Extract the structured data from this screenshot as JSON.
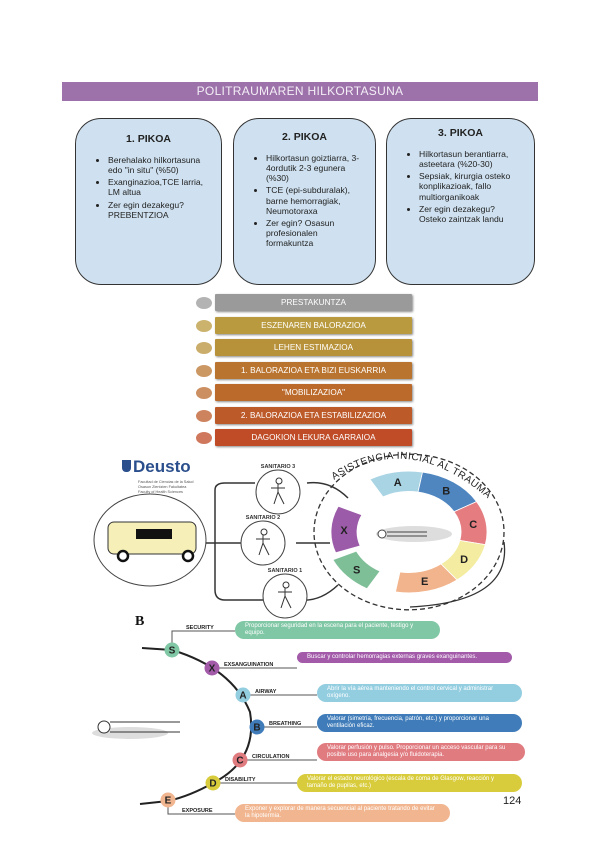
{
  "title": "POLITRAUMAREN HILKORTASUNA",
  "peaks": [
    {
      "title": "1.    PIKOA",
      "items": [
        "Berehalako hilkortasuna edo \"in situ\" (%50)",
        "Exanginazioa,TCE larria, LM altua",
        "Zer egin dezakegu? PREBENTZIOA"
      ]
    },
    {
      "title": "2.   PIKOA",
      "items": [
        "Hilkortasun goiztiarra, 3-4ordutik 2-3 egunera (%30)",
        "TCE (epi-subduralak), barne hemorragiak, Neumotoraxa",
        "Zer egin? Osasun profesionalen formakuntza"
      ]
    },
    {
      "title": "3.   PIKOA",
      "items": [
        "Hilkortasun berantiarra, asteetara (%20-30)",
        "Sepsiak, kirurgia osteko konplikazioak, fallo multiorganikoak",
        "Zer egin dezakegu? Osteko zaintzak landu"
      ]
    }
  ],
  "steps": [
    {
      "label": "PRESTAKUNTZA",
      "color": "#9a9a9a"
    },
    {
      "label": "ESZENAREN BALORAZIOA",
      "color": "#b99a3e"
    },
    {
      "label": "LEHEN ESTIMAZIOA",
      "color": "#b8923a"
    },
    {
      "label": "1. BALORAZIOA ETA BIZI EUSKARRIA",
      "color": "#b9742f"
    },
    {
      "label": "\"MOBILIZAZIOA\"",
      "color": "#bb6a2c"
    },
    {
      "label": "2. BALORAZIOA ETA ESTABILIZAZIOA",
      "color": "#bd5a2a"
    },
    {
      "label": "DAGOKION LEKURA GARRAIOA",
      "color": "#bf4b27"
    }
  ],
  "figure_a": {
    "logo": "Deusto",
    "logo_sub": [
      "Facultad de Ciencias de la Salud",
      "Osasun Zientzien Fakultatea",
      "Faculty of Health Sciences"
    ],
    "ring_title": "ASISTENCIA INICIAL AL TRAUMA",
    "sanitarios": [
      "SANITARIO 3",
      "SANITARIO 2",
      "SANITARIO 1"
    ],
    "segments": [
      {
        "letter": "A",
        "color": "#a8d4e4"
      },
      {
        "letter": "B",
        "color": "#4f86c0"
      },
      {
        "letter": "C",
        "color": "#e47c80"
      },
      {
        "letter": "D",
        "color": "#f4eca0"
      },
      {
        "letter": "E",
        "color": "#f2b48c"
      },
      {
        "letter": "S",
        "color": "#7fbf98"
      },
      {
        "letter": "X",
        "color": "#9b5ba8"
      }
    ]
  },
  "figure_b": {
    "label": "B",
    "steps": [
      {
        "letter": "S",
        "name": "SECURITY",
        "text": "Proporcionar seguridad en la escena para el paciente, testigo y equipo.",
        "color": "#80c7a5"
      },
      {
        "letter": "X",
        "name": "EXSANGUINATION",
        "text": "Buscar y controlar hemorragias externas graves exanguinantes.",
        "color": "#a25aa9"
      },
      {
        "letter": "A",
        "name": "AIRWAY",
        "text": "Abrir la vía aérea manteniendo el control cervical y administrar oxígeno.",
        "color": "#93cde0"
      },
      {
        "letter": "B",
        "name": "BREATHING",
        "text": "Valorar (simetría, frecuencia, patrón, etc.) y proporcionar una ventilación eficaz.",
        "color": "#3f7cb9"
      },
      {
        "letter": "C",
        "name": "CIRCULATION",
        "text": "Valorar perfusión y pulso. Proporcionar un acceso vascular para su posible uso para analgesia y/o fluidoterapia.",
        "color": "#e07b80"
      },
      {
        "letter": "D",
        "name": "DISABILITY",
        "text": "Valorar el estado neurológico (escala de coma de Glasgow, reacción y tamaño de pupilas, etc.)",
        "color": "#d8cc3c"
      },
      {
        "letter": "E",
        "name": "EXPOSURE",
        "text": "Exponer y explorar de manera secuencial al paciente tratando de evitar la hipotermia.",
        "color": "#f1b690"
      }
    ]
  },
  "page_number": "124"
}
